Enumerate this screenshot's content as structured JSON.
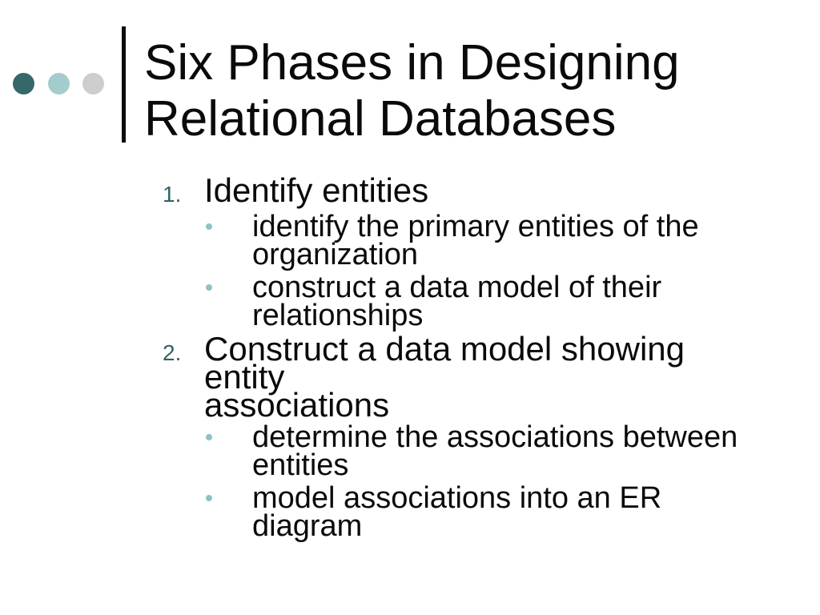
{
  "slide": {
    "background_color": "#ffffff",
    "title": "Six Phases in Designing\nRelational Databases",
    "decor": {
      "rule_color": "#0d0d0d",
      "dots": [
        {
          "name": "dark-teal-dot",
          "color": "#35686a"
        },
        {
          "name": "light-teal-dot",
          "color": "#a4cccd"
        },
        {
          "name": "gray-dot",
          "color": "#cdcdcd"
        }
      ]
    },
    "colors": {
      "text": "#0a0a0a",
      "list_number": "#2f6466",
      "bullet_dot": "#8fc2c6"
    },
    "outline": [
      {
        "level": 1,
        "marker": "1.",
        "text": "Identify entities"
      },
      {
        "level": 2,
        "marker": "bullet",
        "text": "identify the primary entities of the\norganization"
      },
      {
        "level": 2,
        "marker": "bullet",
        "text": "construct a data model of their\nrelationships"
      },
      {
        "level": 1,
        "marker": "2.",
        "text": "Construct a data model showing entity\nassociations"
      },
      {
        "level": 2,
        "marker": "bullet",
        "text": "determine the associations between\nentities"
      },
      {
        "level": 2,
        "marker": "bullet",
        "text": "model associations into an ER diagram"
      }
    ]
  }
}
